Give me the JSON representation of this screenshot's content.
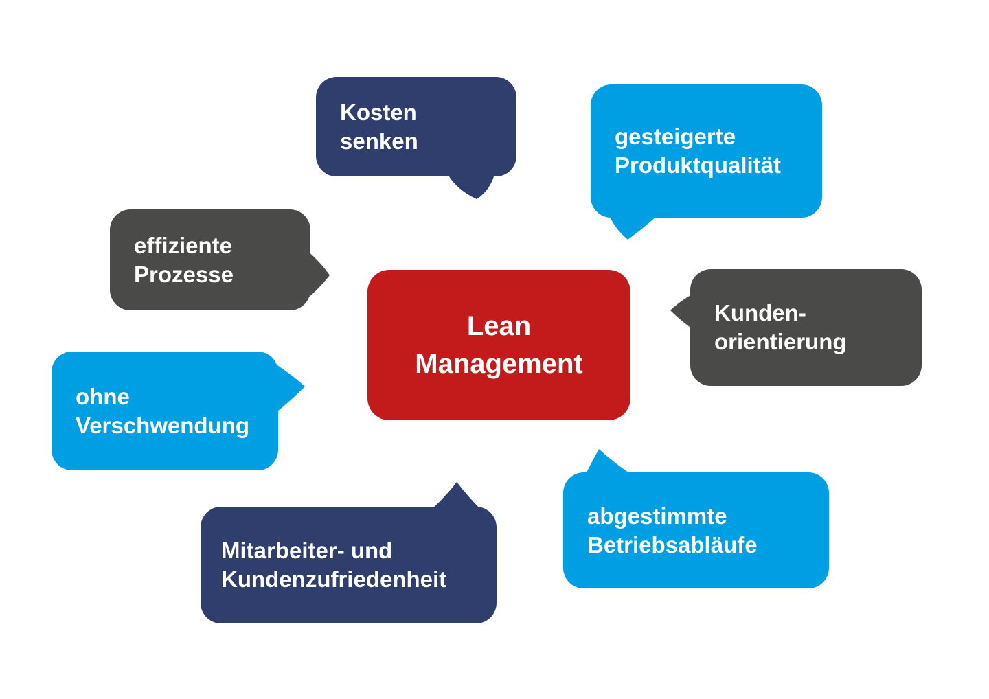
{
  "diagram": {
    "title": "Lean Management",
    "center": {
      "line1": "Lean",
      "line2": "Management"
    },
    "bubbles": {
      "kosten_senken": {
        "line1": "Kosten",
        "line2": "senken"
      },
      "gesteigerte_produktqualitaet": {
        "line1": "gesteigerte",
        "line2": "Produktqualität"
      },
      "effiziente_prozesse": {
        "line1": "effiziente",
        "line2": "Prozesse"
      },
      "kundenorientierung": {
        "line1": "Kunden-",
        "line2": "orientierung"
      },
      "ohne_verschwendung": {
        "line1": "ohne",
        "line2": "Verschwendung"
      },
      "mitarbeiter_und_kundenzufriedenheit": {
        "line1": "Mitarbeiter- und",
        "line2": "Kundenzufriedenheit"
      },
      "abgestimmte_betriebsablaeufe": {
        "line1": "abgestimmte",
        "line2": "Betriebsabläufe"
      }
    },
    "colors": {
      "navy": "#2f3e6d",
      "cyan": "#009fe3",
      "gray": "#4a4a49",
      "red": "#c31a1c",
      "text": "#ffffff",
      "background": "#ffffff"
    }
  }
}
